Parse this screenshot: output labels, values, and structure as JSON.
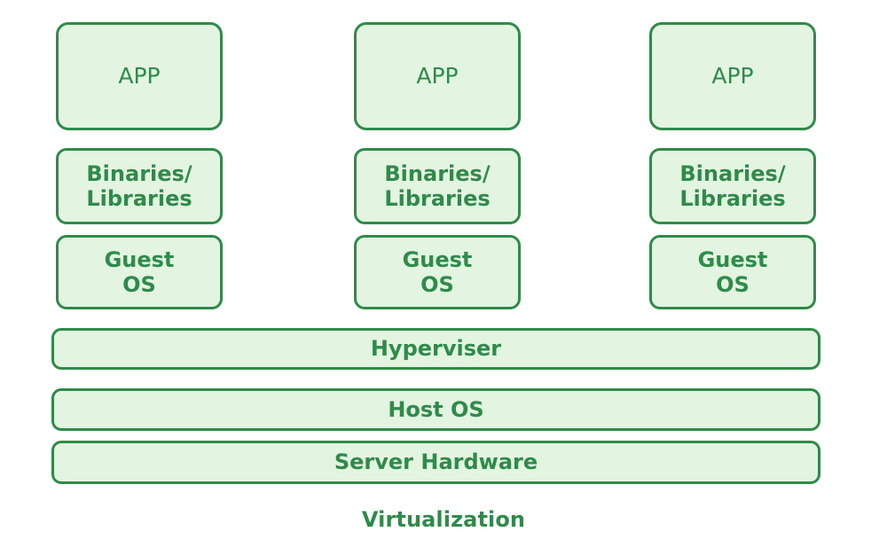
{
  "diagram": {
    "title": "Virtualization",
    "colors": {
      "box_fill": "#e3f4e1",
      "box_border": "#2e8b4a",
      "text": "#2e8b4a",
      "background": "#ffffff"
    },
    "vm_stacks": [
      {
        "app_label": "APP",
        "binaries_label": "Binaries/\nLibraries",
        "guest_os_label": "Guest\nOS"
      },
      {
        "app_label": "APP",
        "binaries_label": "Binaries/\nLibraries",
        "guest_os_label": "Guest\nOS"
      },
      {
        "app_label": "APP",
        "binaries_label": "Binaries/\nLibraries",
        "guest_os_label": "Guest\nOS"
      }
    ],
    "layers": [
      {
        "label": "Hyperviser"
      },
      {
        "label": "Host OS"
      },
      {
        "label": "Server Hardware"
      }
    ],
    "caption": "Virtualization"
  }
}
